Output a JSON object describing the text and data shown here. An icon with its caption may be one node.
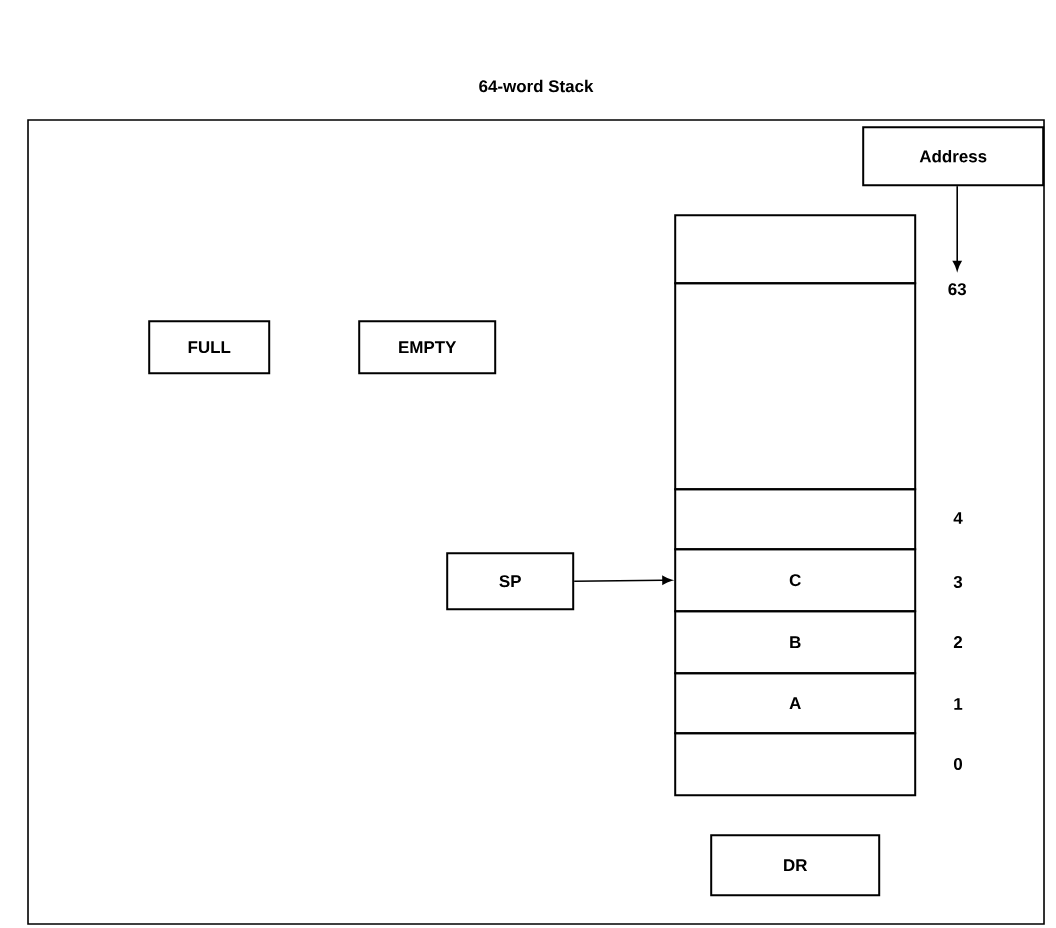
{
  "diagram": {
    "nodes": [
      {
        "text": [
          "64-word Stack"
        ]
      },
      {
        "text": [
          "Address"
        ],
        "in": 0
      },
      {
        "text": [
          "63"
        ],
        "in": 0
      },
      {
        "text": [
          "FULL"
        ],
        "in": 0
      },
      {
        "text": [
          "EMPTY"
        ],
        "in": 0
      },
      {
        "text": [],
        "shape": "box",
        "in": 0
      },
      {
        "text": [],
        "shape": "box",
        "in": 0
      },
      {
        "text": [],
        "shape": "box",
        "in": 0
      },
      {
        "text": [
          "SP"
        ],
        "in": 0
      },
      {
        "text": [
          "C"
        ],
        "in": 0
      },
      {
        "text": [
          "B"
        ],
        "in": 0
      },
      {
        "text": [
          "A"
        ],
        "in": 0
      },
      {
        "text": [],
        "shape": "box",
        "in": 0
      },
      {
        "text": [
          "DR"
        ],
        "in": 0
      }
    ],
    "edges": [
      {
        "from": 1,
        "to": 2,
        "arrow": "to"
      },
      {
        "from": 8,
        "to": 9,
        "arrow": "to"
      }
    ],
    "labels": [
      "4",
      "3",
      "2",
      "1",
      "0"
    ]
  }
}
